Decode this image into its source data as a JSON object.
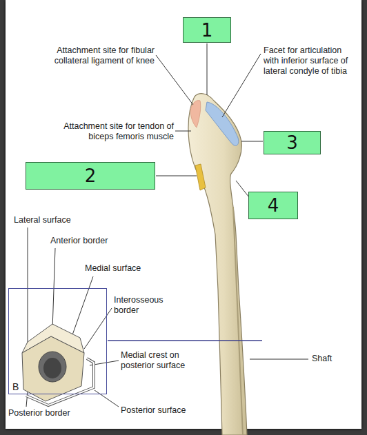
{
  "diagram": {
    "nodes": [
      {
        "text": [
          "1"
        ]
      },
      {
        "text": [
          "3"
        ]
      },
      {
        "text": [
          "2"
        ]
      },
      {
        "text": [
          "4"
        ]
      },
      {
        "text": [
          "B"
        ]
      }
    ],
    "labels": [
      "Attachment site for fibular collateral ligament of knee",
      "Facet for articulation with inferior surface of lateral condyle of tibia",
      "Attachment site for tendon of biceps femoris muscle",
      "Lateral surface",
      "Anterior border",
      "Medial surface",
      "Interosseous border",
      "Medial crest on posterior surface",
      "Shaft",
      "Posterior border",
      "Posterior surface"
    ]
  }
}
